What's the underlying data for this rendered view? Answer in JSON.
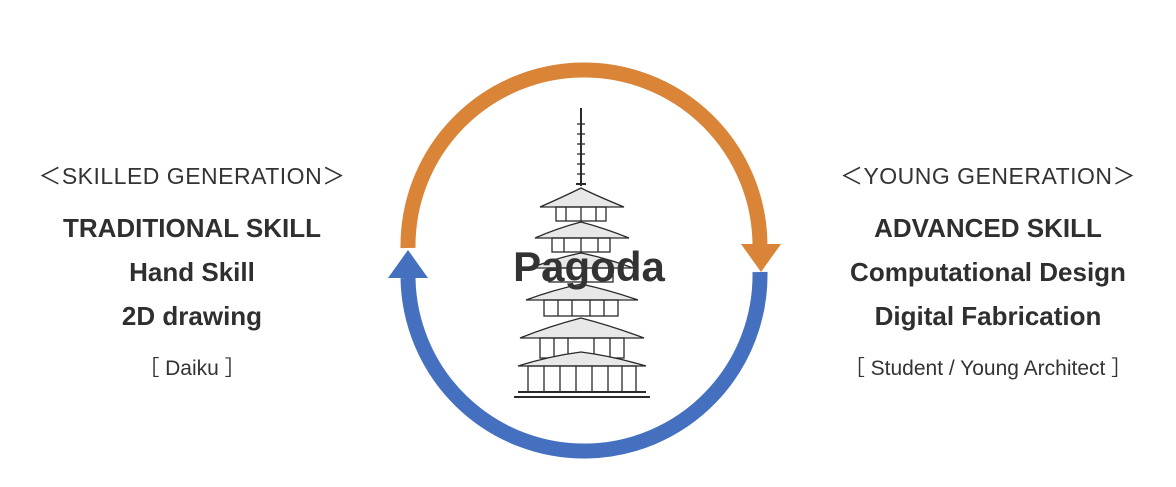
{
  "left": {
    "heading": "＜SKILLED GENERATION＞",
    "skills": [
      "TRADITIONAL SKILL",
      "Hand Skill",
      "2D drawing"
    ],
    "role": "［ Daiku ］"
  },
  "right": {
    "heading": "＜YOUNG GENERATION＞",
    "skills": [
      "ADVANCED  SKILL",
      "Computational Design",
      "Digital Fabrication"
    ],
    "role": "［ Student / Young Architect ］"
  },
  "center": {
    "label": "Pagoda",
    "icon": "pagoda-icon"
  },
  "colors": {
    "top_arrow": "#D98437",
    "bottom_arrow": "#4470BF",
    "text": "#333333"
  }
}
